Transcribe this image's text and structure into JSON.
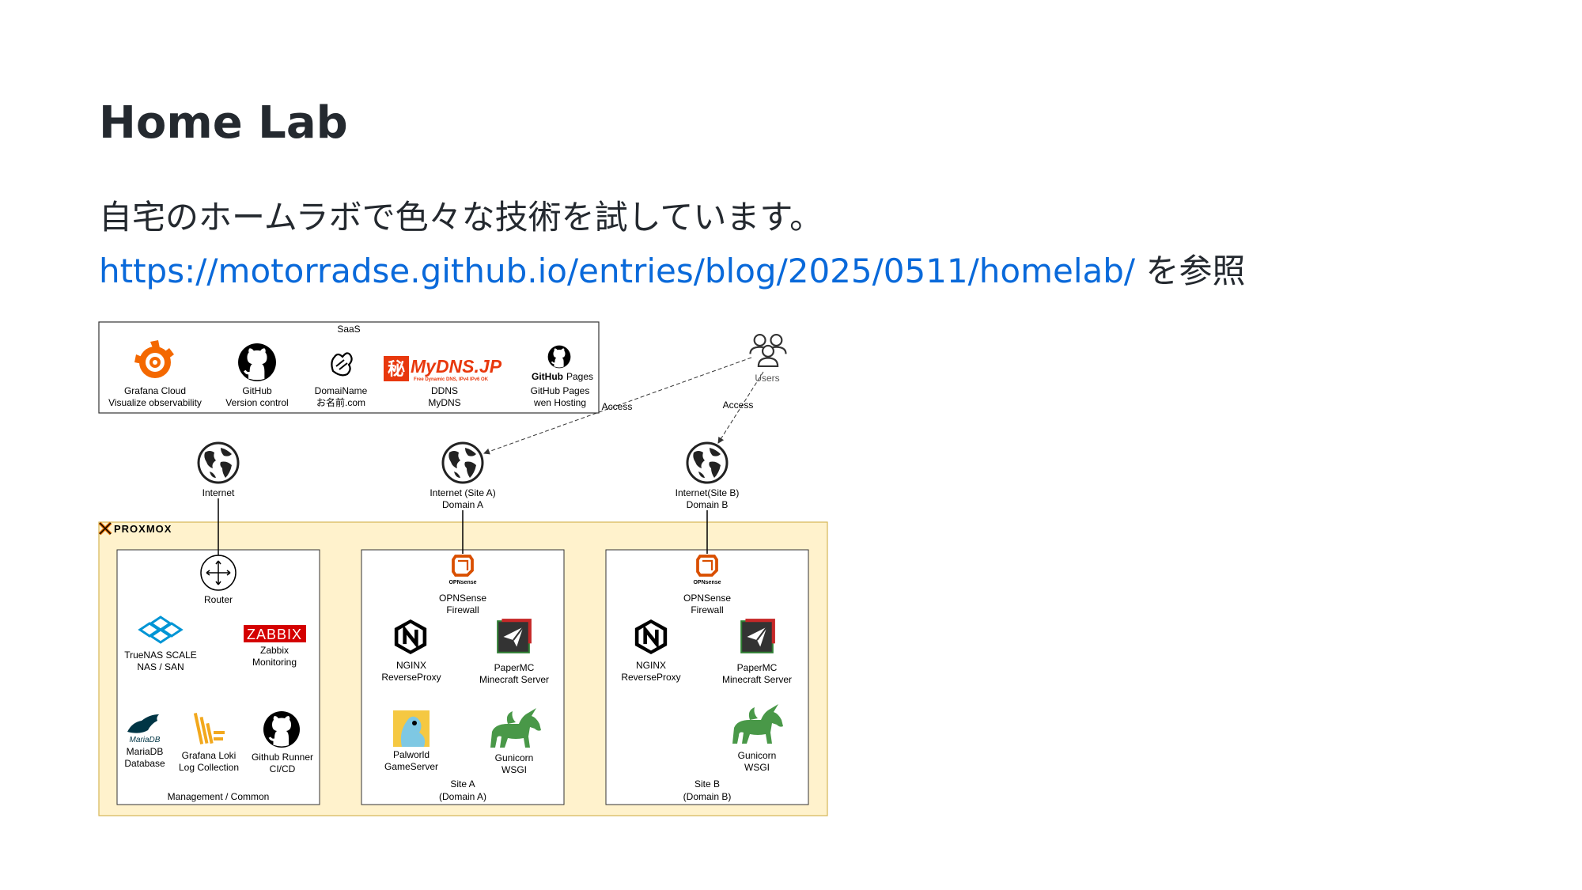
{
  "page": {
    "title": "Home Lab",
    "description": "自宅のホームラボで色々な技術を試しています。",
    "link_url": "https://motorradse.github.io/entries/blog/2025/0511/homelab/",
    "link_suffix": " を参照"
  },
  "diagram": {
    "saas": {
      "label": "SaaS",
      "items": [
        {
          "line1": "Grafana Cloud",
          "line2": "Visualize observability",
          "icon": "grafana-icon"
        },
        {
          "line1": "GitHub",
          "line2": "Version control",
          "icon": "github-icon"
        },
        {
          "line1": "DomaiName",
          "line2": "お名前.com",
          "icon": "onamae-icon"
        },
        {
          "line1": "DDNS",
          "line2": "MyDNS",
          "icon": "mydns-logo"
        },
        {
          "line1": "GitHub Pages",
          "line2": "wen Hosting",
          "icon": "github-pages-icon"
        }
      ],
      "mydns_text": "MyDNS.JP",
      "mydns_sub": "Free Dynamic DNS, IPv4 IPv6 OK",
      "mydns_kanji": "秘",
      "github_pages_text": "GitHub",
      "github_pages_sub": "Pages"
    },
    "users": {
      "label": "Users",
      "icon": "users-icon"
    },
    "edges": {
      "access_a": "Access",
      "access_b": "Access"
    },
    "internet": [
      {
        "line1": "Internet",
        "line2": ""
      },
      {
        "line1": "Internet (Site A)",
        "line2": "Domain A"
      },
      {
        "line1": "Internet(Site B)",
        "line2": "Domain B"
      }
    ],
    "proxmox": {
      "label": "PROXMOX"
    },
    "management": {
      "label": "Management / Common",
      "router": "Router",
      "truenas_1": "TrueNAS SCALE",
      "truenas_2": "NAS / SAN",
      "zabbix_logo": "ZABBIX",
      "zabbix_1": "Zabbix",
      "zabbix_2": "Monitoring",
      "mariadb_logo": "MariaDB",
      "mariadb_1": "MariaDB",
      "mariadb_2": "Database",
      "loki_1": "Grafana Loki",
      "loki_2": "Log Collection",
      "runner_1": "Github Runner",
      "runner_2": "CI/CD"
    },
    "site_a": {
      "label_1": "Site A",
      "label_2": "(Domain A)",
      "opnsense_logo": "OPNsense",
      "fw_1": "OPNSense",
      "fw_2": "Firewall",
      "nginx_1": "NGINX",
      "nginx_2": "ReverseProxy",
      "paper_1": "PaperMC",
      "paper_2": "Minecraft Server",
      "pal_1": "Palworld",
      "pal_2": "GameServer",
      "guni_1": "Gunicorn",
      "guni_2": "WSGI"
    },
    "site_b": {
      "label_1": "Site B",
      "label_2": "(Domain B)",
      "opnsense_logo": "OPNsense",
      "fw_1": "OPNSense",
      "fw_2": "Firewall",
      "nginx_1": "NGINX",
      "nginx_2": "ReverseProxy",
      "paper_1": "PaperMC",
      "paper_2": "Minecraft Server",
      "guni_1": "Gunicorn",
      "guni_2": "WSGI"
    },
    "colors": {
      "proxmox_bg": "#fff2cc",
      "proxmox_border": "#d6b656",
      "grafana": "#f46800",
      "opnsense": "#d94f00",
      "gunicorn": "#499848",
      "zabbix": "#d40000",
      "truenas": "#0095d5",
      "mariadb": "#003545",
      "loki": "#f2a81d",
      "mydns": "#e8380d",
      "link": "#0969da"
    }
  }
}
